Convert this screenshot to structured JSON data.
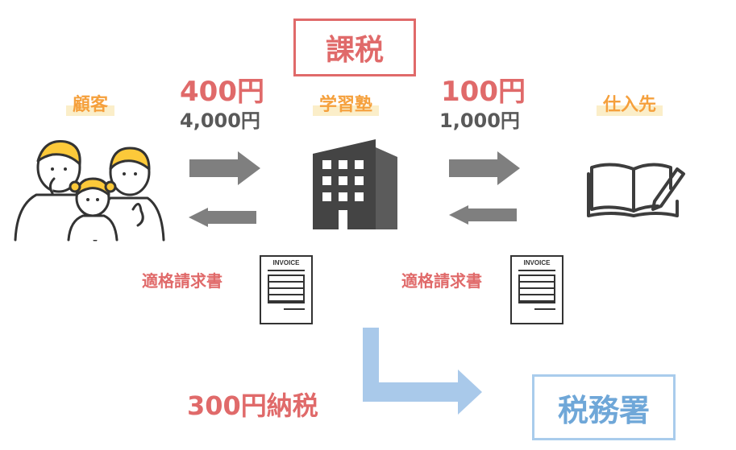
{
  "taxed_label": "課税",
  "customer": {
    "label": "顧客"
  },
  "school": {
    "label": "学習塾"
  },
  "supplier": {
    "label": "仕入先"
  },
  "sale": {
    "tax": "400円",
    "price": "4,000円"
  },
  "purchase": {
    "tax": "100円",
    "price": "1,000円"
  },
  "invoice_labels": {
    "left": "適格請求書",
    "right": "適格請求書"
  },
  "invoice_doc_title": "INVOICE",
  "payment": "300円納税",
  "tax_office": "税務署",
  "colors": {
    "accent_red": "#e06a6a",
    "accent_orange": "#f5a03c",
    "accent_blue": "#a9ccec",
    "arrow_gray": "#7f7f7f"
  }
}
